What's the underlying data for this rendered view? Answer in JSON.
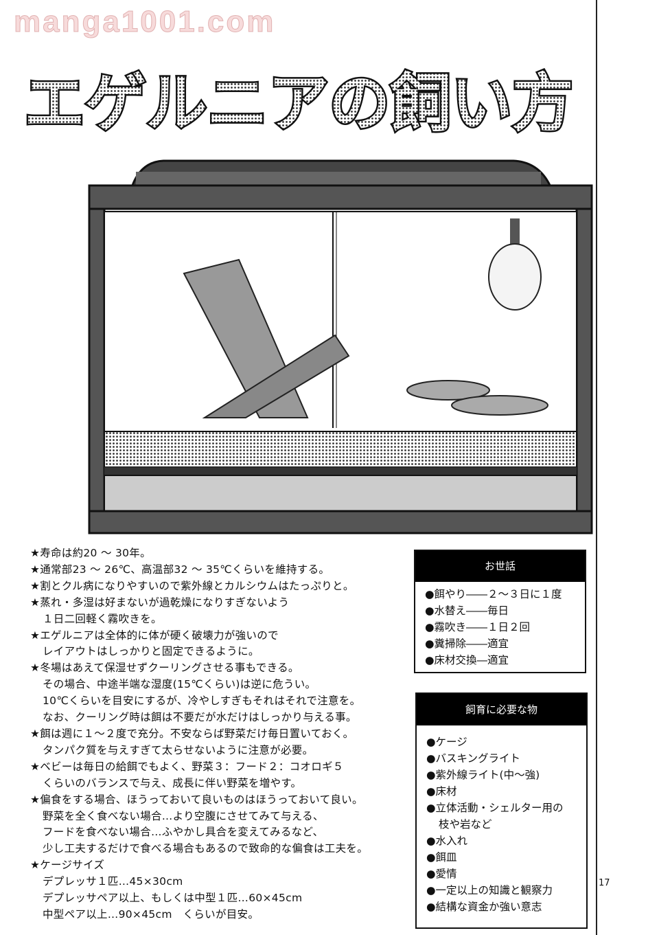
{
  "title": "エゲルニアの飼い方",
  "notes": [
    {
      "text": "★寿命は約20 ～ 30年。",
      "indent": false
    },
    {
      "text": "★通常部23 ～ 26℃、高温部32 ～ 35℃くらいを維持する。",
      "indent": false
    },
    {
      "text": "★割とクル病になりやすいので紫外線とカルシウムはたっぷりと。",
      "indent": false
    },
    {
      "text": "★蒸れ・多湿は好まないが過乾燥になりすぎないよう",
      "indent": false
    },
    {
      "text": "１日二回軽く霧吹きを。",
      "indent": true
    },
    {
      "text": "★エゲルニアは全体的に体が硬く破壊力が強いので",
      "indent": false
    },
    {
      "text": "レイアウトはしっかりと固定できるように。",
      "indent": true
    },
    {
      "text": "★冬場はあえて保湿せずクーリングさせる事もできる。",
      "indent": false
    },
    {
      "text": "その場合、中途半端な湿度(15℃くらい)は逆に危うい。",
      "indent": true
    },
    {
      "text": "10℃くらいを目安にするが、冷やしすぎもそれはそれで注意を。",
      "indent": true
    },
    {
      "text": "なお、クーリング時は餌は不要だが水だけはしっかり与える事。",
      "indent": true
    },
    {
      "text": "★餌は週に１～２度で充分。不安ならば野菜だけ毎日置いておく。",
      "indent": false
    },
    {
      "text": "タンパク質を与えすぎて太らせないように注意が必要。",
      "indent": true
    },
    {
      "text": "★ベビーは毎日の給餌でもよく、野菜３：フード２：コオロギ５",
      "indent": false
    },
    {
      "text": "くらいのバランスで与え、成長に伴い野菜を増やす。",
      "indent": true
    },
    {
      "text": "★偏食をする場合、ほうっておいて良いものはほうっておいて良い。",
      "indent": false
    },
    {
      "text": "野菜を全く食べない場合…より空腹にさせてみて与える、",
      "indent": true
    },
    {
      "text": "フードを食べない場合…ふやかし具合を変えてみるなど、",
      "indent": true
    },
    {
      "text": "少し工夫するだけで食べる場合もあるので致命的な偏食は工夫を。",
      "indent": true
    },
    {
      "text": "★ケージサイズ",
      "indent": false
    },
    {
      "text": "デプレッサ１匹…45×30cm",
      "indent": true
    },
    {
      "text": "デプレッサペア以上、もしくは中型１匹…60×45cm",
      "indent": true
    },
    {
      "text": "中型ペア以上…90×45cm　くらいが目安。",
      "indent": true
    }
  ],
  "care_box": {
    "heading": "お世話",
    "items": [
      "●餌やり――２～３日に１度",
      "●水替え――毎日",
      "●霧吹き――１日２回",
      "●糞掃除――適宜",
      "●床材交換―適宜"
    ]
  },
  "needs_box": {
    "heading": "飼育に必要な物",
    "items": [
      "●ケージ",
      "●バスキングライト",
      "●紫外線ライト(中～強)",
      "●床材",
      "●立体活動・シェルター用の",
      "枝や岩など",
      "●水入れ",
      "●餌皿",
      "●愛情",
      "●一定以上の知識と観察力",
      "●結構な資金か強い意志"
    ]
  },
  "page_number": "17",
  "watermark": "manga1001.com"
}
